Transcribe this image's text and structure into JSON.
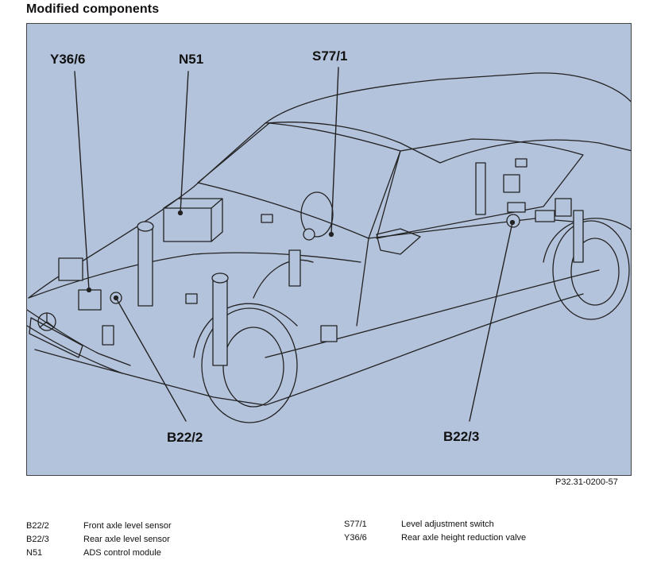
{
  "title": "Modified components",
  "reference_code": "P32.31-0200-57",
  "callouts": {
    "y36_6": "Y36/6",
    "n51": "N51",
    "s77_1": "S77/1",
    "b22_2": "B22/2",
    "b22_3": "B22/3"
  },
  "legend": {
    "left": [
      {
        "code": "B22/2",
        "desc": "Front axle level sensor"
      },
      {
        "code": "B22/3",
        "desc": "Rear axle level sensor"
      },
      {
        "code": "N51",
        "desc": "ADS control module"
      }
    ],
    "right": [
      {
        "code": "S77/1",
        "desc": "Level adjustment switch"
      },
      {
        "code": "Y36/6",
        "desc": "Rear axle height reduction valve"
      }
    ]
  },
  "colors": {
    "diagram_background": "#b4c3dc",
    "line": "#222222"
  }
}
